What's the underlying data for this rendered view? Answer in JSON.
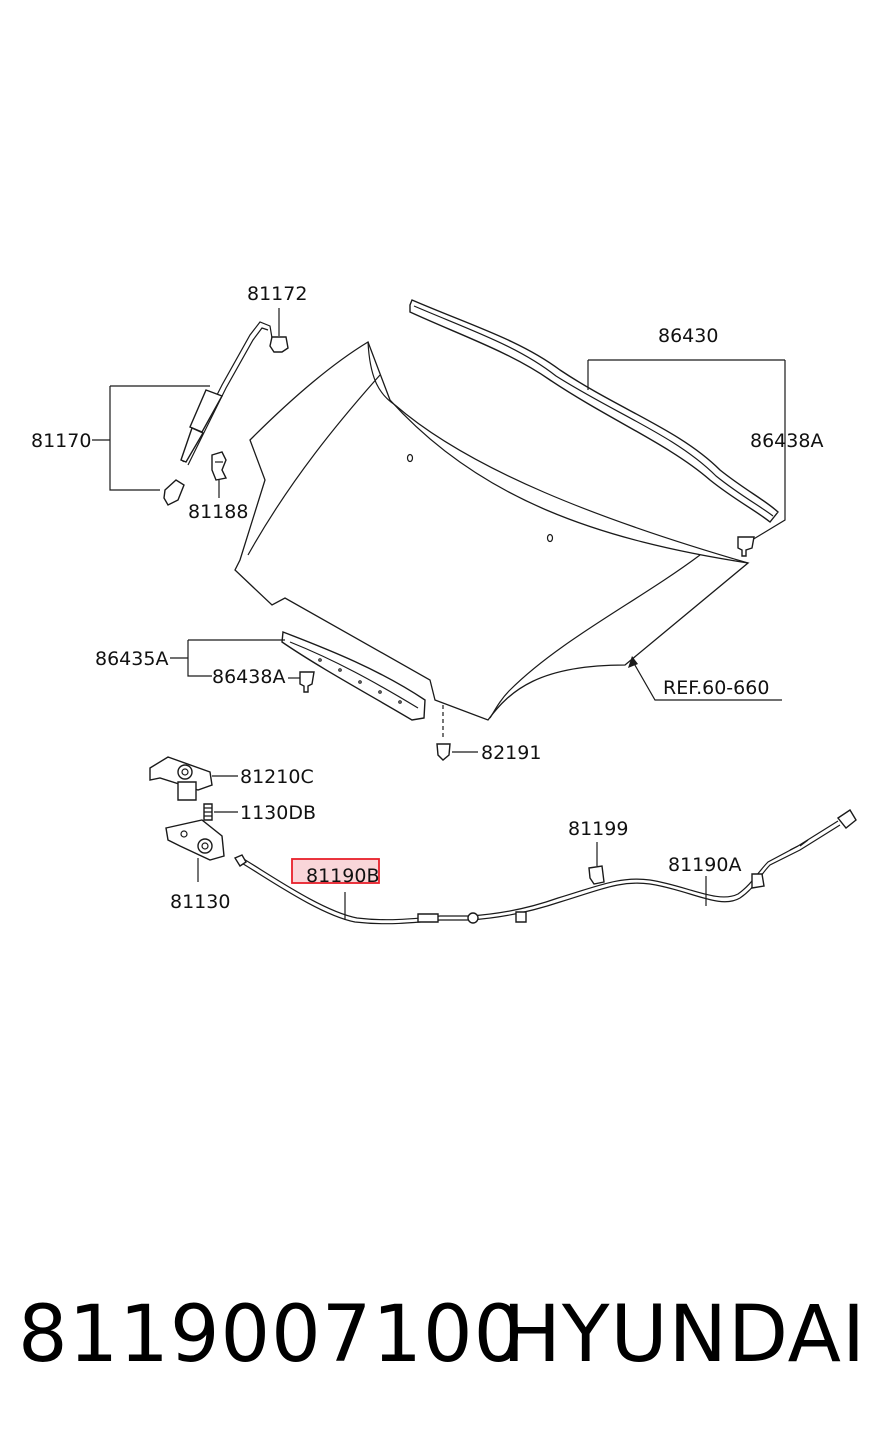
{
  "labels": {
    "l81172": "81172",
    "l86430": "86430",
    "l81170": "81170",
    "l86438A_top": "86438A",
    "l81188": "81188",
    "l86435A": "86435A",
    "l86438A_left": "86438A",
    "lREF": "REF.60-660",
    "l82191": "82191",
    "l81210C": "81210C",
    "l1130DB": "1130DB",
    "l81199": "81199",
    "l81190A": "81190A",
    "l81190B": "81190B",
    "l81130": "81130"
  },
  "highlight": {
    "label": "81190B",
    "color": "#e8202a",
    "fill": "#f7c8cc"
  },
  "footer": {
    "part_number": "8119007100",
    "brand": "HYUNDAI"
  }
}
